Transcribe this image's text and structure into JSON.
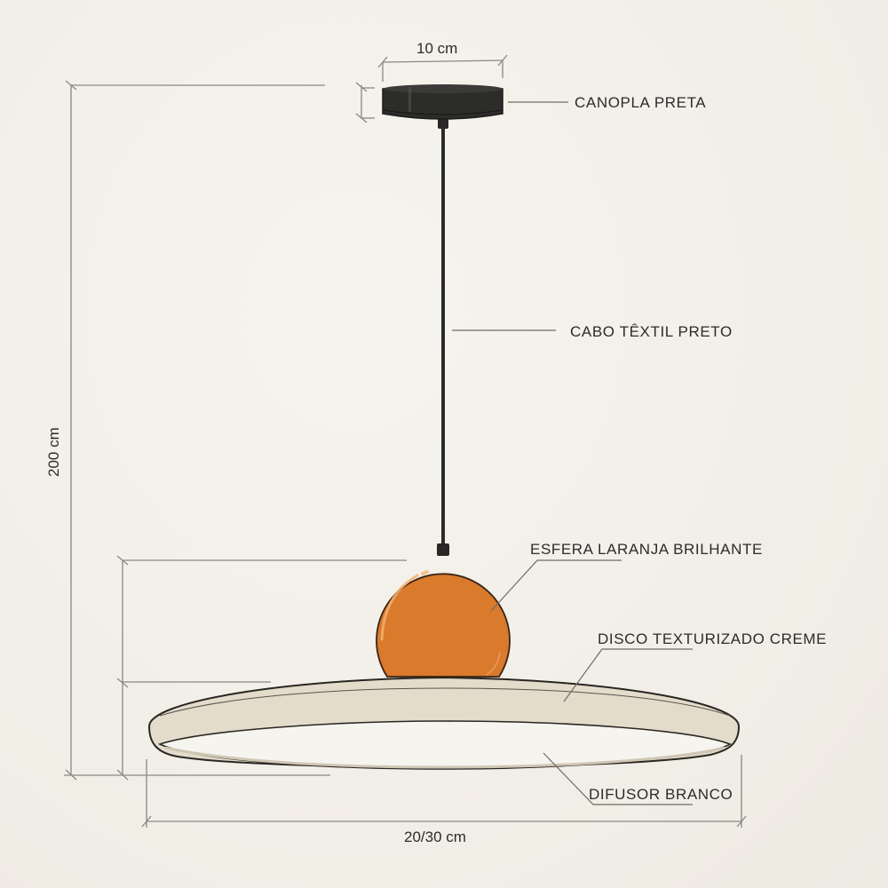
{
  "diagram": {
    "subject": "Pendant lamp technical drawing",
    "dimensions": {
      "canopy_width": "10 cm",
      "total_height": "200 cm",
      "shade_diameter": "20/30 cm"
    },
    "parts": [
      {
        "id": "canopy",
        "label": "CANOPLA PRETA"
      },
      {
        "id": "cable",
        "label": "CABO TÊXTIL PRETO"
      },
      {
        "id": "sphere",
        "label": "ESFERA LARANJA BRILHANTE"
      },
      {
        "id": "disc",
        "label": "DISCO TEXTURIZADO CREME"
      },
      {
        "id": "diffuser",
        "label": "DIFUSOR BRANCO"
      }
    ],
    "colors": {
      "background": "#f3f0e9",
      "canopy": "#2a2a28",
      "cable": "#2b2b2b",
      "sphere": "#d97a2c",
      "sphere_highlight": "#f2b071",
      "disc": "#e3dccb",
      "diffuser": "#f6f4ee",
      "outline": "#2a2622",
      "dimension_line": "#8a8882"
    }
  }
}
